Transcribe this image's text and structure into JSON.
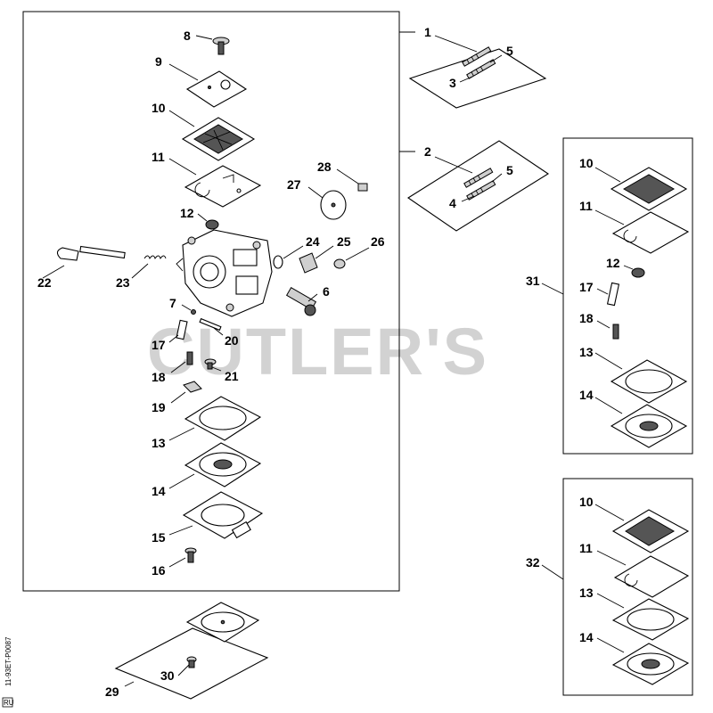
{
  "watermark": "CUTLER'S",
  "drawing_code": "11-93ET-P0087",
  "corner_mark": "RU",
  "labels": {
    "l1": "1",
    "l2": "2",
    "l3": "3",
    "l4": "4",
    "l5a": "5",
    "l5b": "5",
    "l6": "6",
    "l7": "7",
    "l8": "8",
    "l9": "9",
    "l10": "10",
    "l11": "11",
    "l12": "12",
    "l13": "13",
    "l14": "14",
    "l15": "15",
    "l16": "16",
    "l17": "17",
    "l18": "18",
    "l19": "19",
    "l20": "20",
    "l21": "21",
    "l22": "22",
    "l23": "23",
    "l24": "24",
    "l25": "25",
    "l26": "26",
    "l27": "27",
    "l28": "28",
    "l29": "29",
    "l30": "30",
    "l31": "31",
    "l32": "32",
    "k31_10": "10",
    "k31_11": "11",
    "k31_12": "12",
    "k31_17": "17",
    "k31_18": "18",
    "k31_13": "13",
    "k31_14": "14",
    "k32_10": "10",
    "k32_11": "11",
    "k32_13": "13",
    "k32_14": "14"
  }
}
